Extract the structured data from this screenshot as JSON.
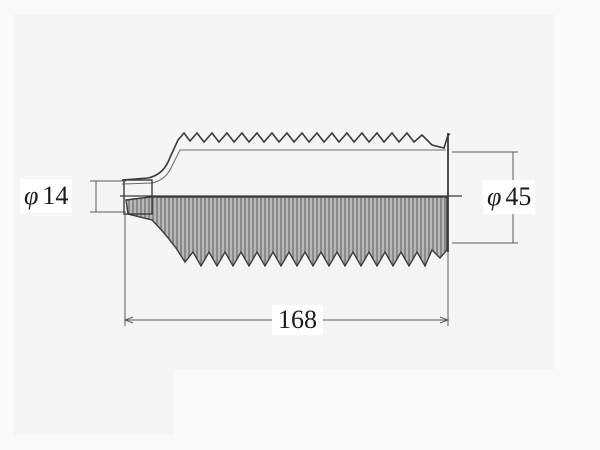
{
  "drawing": {
    "dimensions": {
      "small_diameter": {
        "symbol": "φ",
        "value": "14"
      },
      "large_diameter": {
        "symbol": "φ",
        "value": "45"
      },
      "length": {
        "value": "168"
      }
    },
    "colors": {
      "background": "#f6f6f6",
      "ink": "#3a3a3a",
      "shade": "#8e8e8e",
      "shade_light": "#b8b8b8",
      "label_bg": "#ffffff"
    }
  }
}
